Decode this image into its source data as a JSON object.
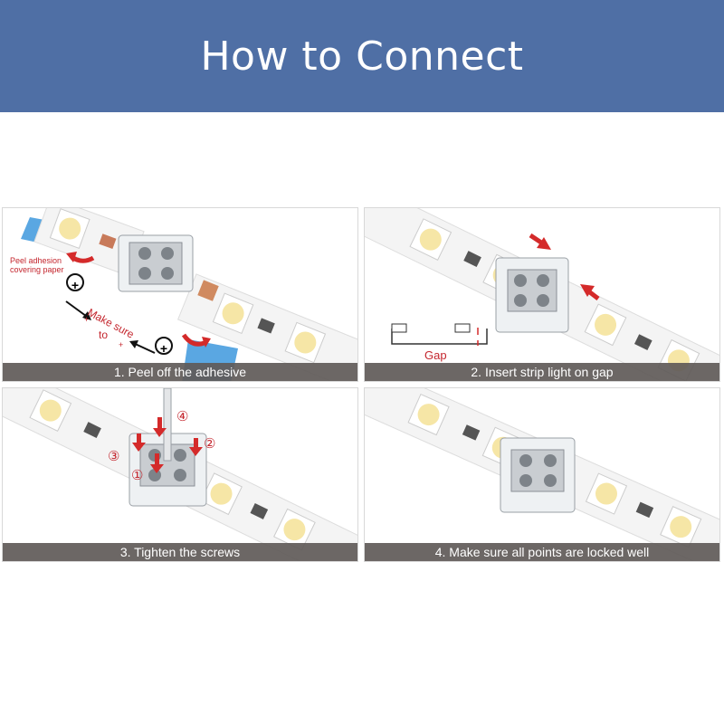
{
  "header": {
    "title": "How to Connect"
  },
  "colors": {
    "header_bg": "#4f6fa5",
    "accent_red": "#d42a2a",
    "caption_bg": "#5f5a58"
  },
  "steps": [
    {
      "caption": "1. Peel off the adhesive",
      "labels": {
        "peel": "Peel adhesion covering paper",
        "make_sure": "Make sure",
        "to": "to",
        "plus_small": "+",
        "plus_mark": "+"
      }
    },
    {
      "caption": "2. Insert strip light on  gap",
      "labels": {
        "gap": "Gap"
      }
    },
    {
      "caption": "3. Tighten the screws",
      "labels": {
        "n1": "①",
        "n2": "②",
        "n3": "③",
        "n4": "④"
      }
    },
    {
      "caption": "4.  Make sure all points are locked well"
    }
  ]
}
